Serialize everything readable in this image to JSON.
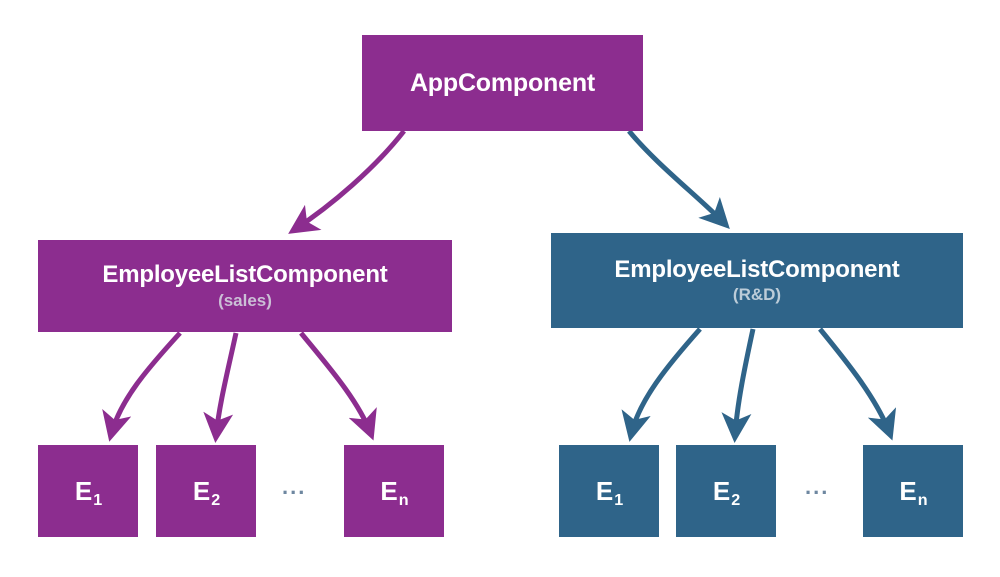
{
  "diagram": {
    "title_node": {
      "label": "AppComponent",
      "color": "#8c2d8f"
    },
    "branches": [
      {
        "id": "sales",
        "color": "#8c2d8f",
        "list_label": "EmployeeListComponent",
        "list_sublabel": "(sales)",
        "ellipsis": "...",
        "leaves": [
          {
            "letter": "E",
            "index": "1"
          },
          {
            "letter": "E",
            "index": "2"
          },
          {
            "letter": "E",
            "index": "n"
          }
        ]
      },
      {
        "id": "rnd",
        "color": "#2f6489",
        "list_label": "EmployeeListComponent",
        "list_sublabel": "(R&D)",
        "ellipsis": "...",
        "leaves": [
          {
            "letter": "E",
            "index": "1"
          },
          {
            "letter": "E",
            "index": "2"
          },
          {
            "letter": "E",
            "index": "n"
          }
        ]
      }
    ],
    "colors": {
      "purple": "#8c2d8f",
      "blue": "#2f6489",
      "purple_sublabel": "#cbbfd6",
      "blue_sublabel": "#bcccd8",
      "ellipsis": "#6e87a0",
      "background": "#ffffff",
      "node_text": "#ffffff"
    }
  }
}
